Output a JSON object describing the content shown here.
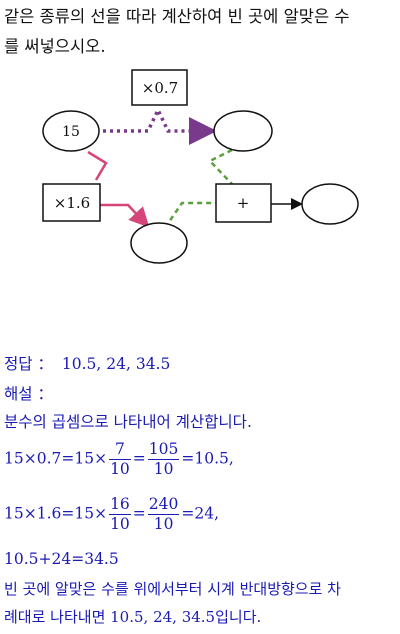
{
  "question": {
    "line1": "같은 종류의 선을 따라 계산하여 빈 곳에 알맞은 수",
    "line2": "를 써넣으시오."
  },
  "diagram": {
    "top_box": "×0.7",
    "left_box": "×1.6",
    "plus_box": "+",
    "start_value": "15"
  },
  "answer": {
    "label": "정답 ：",
    "values": "10.5, 24, 34.5"
  },
  "explanation": {
    "label": "해설 ：",
    "intro": "분수의 곱셈으로 나타내어 계산합니다.",
    "eq1": {
      "lhs": "15×0.7=15×",
      "num": "7",
      "den": "10",
      "eq_sign": "=",
      "num2": "105",
      "den2": "10",
      "result": "=10.5,"
    },
    "eq2": {
      "lhs": "15×1.6=15×",
      "num": "16",
      "den": "10",
      "eq_sign": "=",
      "num2": "240",
      "den2": "10",
      "result": "=24,"
    },
    "eq3": "10.5+24=34.5",
    "conclusion1": "빈 곳에 알맞은 수를 위에서부터 시계 반대방향으로 차",
    "conclusion2": "례대로 나타내면 10.5, 24, 34.5입니다."
  },
  "colors": {
    "answer_text": "#1a1ab4",
    "purple_dots": "#7a3a8c",
    "pink_line": "#d6457a",
    "green_dash": "#5aa03c"
  }
}
